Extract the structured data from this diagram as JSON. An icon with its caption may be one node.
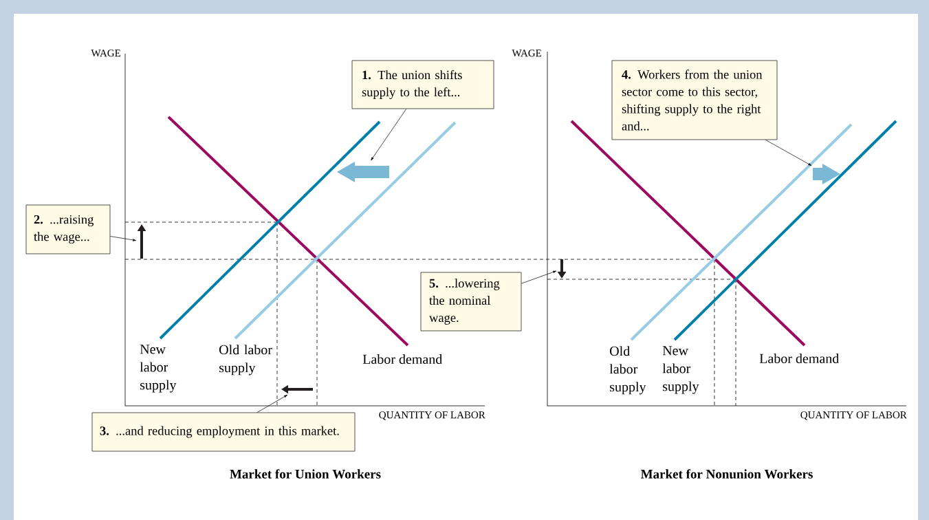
{
  "diagram": {
    "nodes": [
      {
        "text": [
          "**1.** The union shifts supply to the left..."
        ]
      },
      {
        "text": [],
        "shape": "arrow"
      },
      {
        "text": [
          "**2.** ...raising the wage..."
        ]
      },
      {
        "text": [],
        "shape": "arrow"
      },
      {
        "text": [
          "**3.** ...and reducing employment in this market."
        ]
      },
      {
        "text": [],
        "shape": "arrow"
      },
      {
        "text": [
          "**4.** Workers from the union sector come to this sector, shifting supply to the right and..."
        ]
      },
      {
        "text": [],
        "shape": "arrow"
      },
      {
        "text": [
          "**5.** ...lowering the nominal wage."
        ]
      },
      {
        "text": [],
        "shape": "arrow"
      }
    ],
    "edges": [
      {
        "from": 0,
        "to": 1,
        "arrow": "to"
      },
      {
        "from": 2,
        "to": 3,
        "arrow": "to"
      },
      {
        "from": 4,
        "to": 5,
        "arrow": "to"
      },
      {
        "from": 6,
        "to": 7,
        "arrow": "to"
      },
      {
        "from": 8,
        "to": 9,
        "arrow": "to"
      }
    ],
    "labels": [
      "WAGE",
      "New labor supply",
      "Old labor supply",
      "Labor demand",
      "QUANTITY OF LABOR",
      "Market for Union Workers",
      "WAGE",
      "Old labor supply",
      "New labor supply",
      "Labor demand",
      "QUANTITY OF LABOR",
      "Market for Nonunion Workers"
    ]
  }
}
